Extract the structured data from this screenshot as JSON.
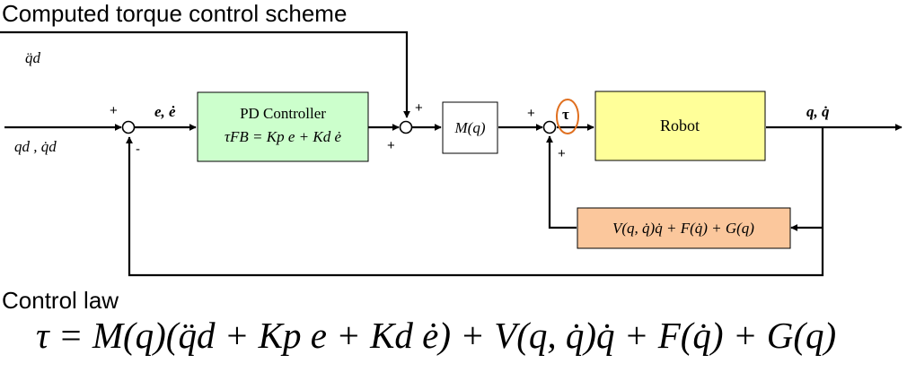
{
  "title": "Computed torque control scheme",
  "section_title": "Control law",
  "signals": {
    "qdd_d": "q̈d",
    "q_d_qdot_d": "qd , q̇d",
    "e_edot": "e, ė",
    "q_qdot": "q, q̇",
    "tau": "τ"
  },
  "blocks": {
    "pd_controller": {
      "label": "PD Controller",
      "formula": "τFB = Kp e + Kd ė",
      "color": "#ccffcc"
    },
    "mass_matrix": {
      "label": "M(q)",
      "color": "#ffffff"
    },
    "robot": {
      "label": "Robot",
      "color": "#ffff99"
    },
    "nonlinear": {
      "label": "V(q, q̇)q̇ + F(q̇) + G(q)",
      "color": "#fbc79c"
    }
  },
  "summing_junctions": {
    "sum1": {
      "signs": [
        "+",
        "-"
      ]
    },
    "sum2": {
      "signs": [
        "+",
        "+"
      ]
    },
    "sum3": {
      "signs": [
        "+",
        "+"
      ]
    }
  },
  "control_law": "τ = M(q)(q̈d + Kp e + Kd ė) + V(q, q̇)q̇ + F(q̇) + G(q)",
  "highlight_color": "#e07020"
}
